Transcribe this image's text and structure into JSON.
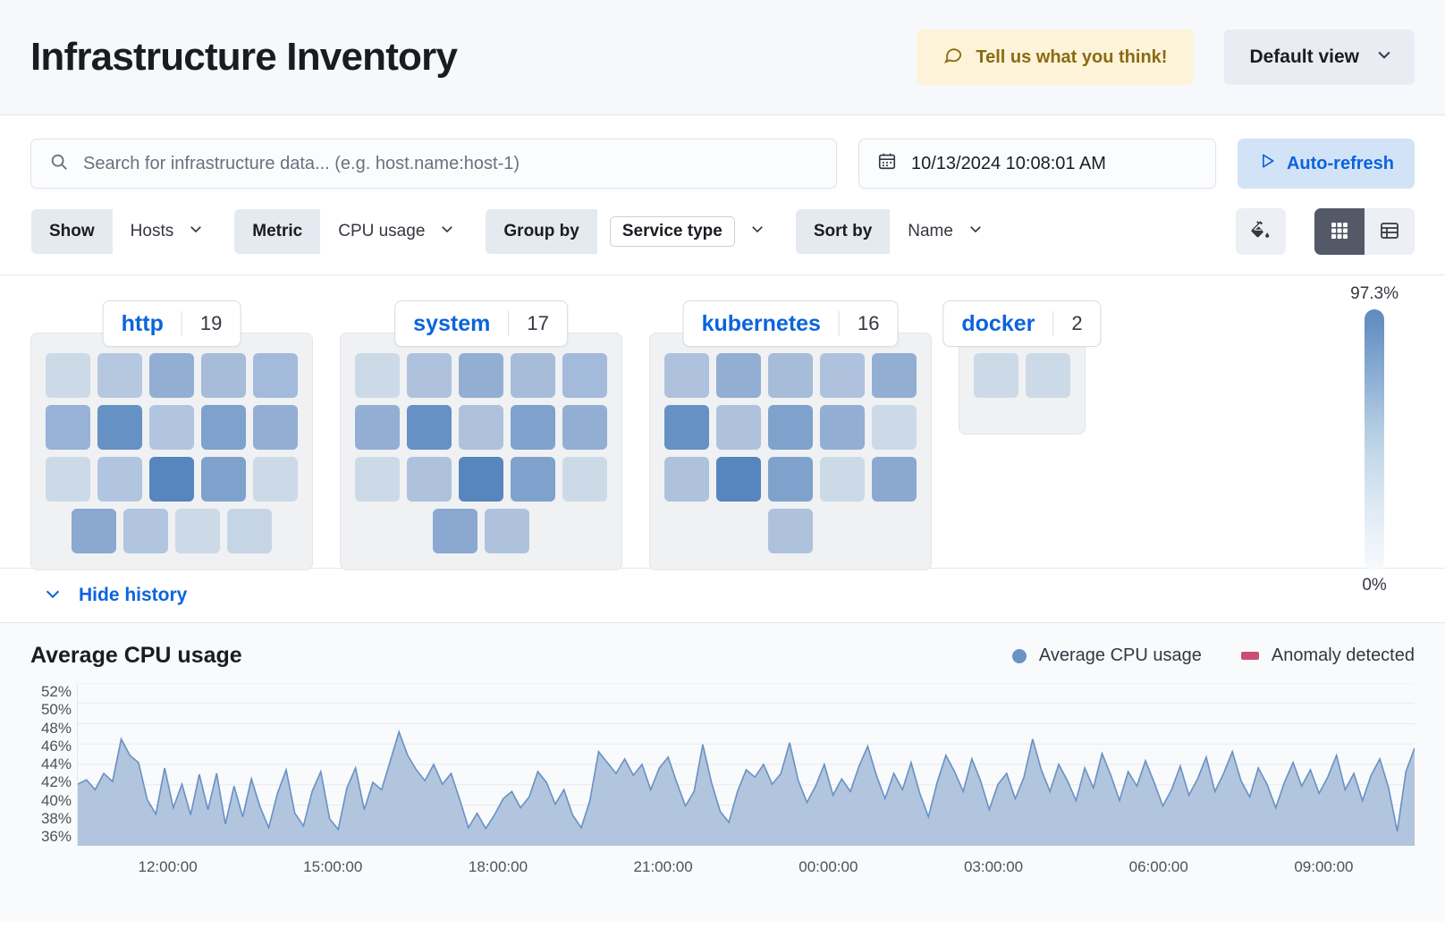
{
  "header": {
    "title": "Infrastructure Inventory",
    "feedback_label": "Tell us what you think!",
    "feedback_icon": "comment-icon",
    "view_label": "Default view",
    "view_icon": "chevron-down-icon"
  },
  "search": {
    "placeholder": "Search for infrastructure data... (e.g. host.name:host-1)",
    "value": "",
    "icon": "search-icon"
  },
  "datepicker": {
    "value": "10/13/2024 10:08:01 AM",
    "icon": "calendar-icon"
  },
  "refresh": {
    "label": "Auto-refresh",
    "icon": "play-icon"
  },
  "filters": [
    {
      "label": "Show",
      "value": "Hosts",
      "icon": "chevron-down-icon",
      "pill": false
    },
    {
      "label": "Metric",
      "value": "CPU usage",
      "icon": "chevron-down-icon",
      "pill": false
    },
    {
      "label": "Group by",
      "value": "Service type",
      "icon": "chevron-down-icon",
      "pill": true
    },
    {
      "label": "Sort by",
      "value": "Name",
      "icon": "chevron-down-icon",
      "pill": false
    }
  ],
  "view_controls": {
    "legend_icon": "paint-bucket-icon",
    "grid_icon": "grid-view-icon",
    "table_icon": "table-view-icon",
    "active_view": "grid"
  },
  "legend_scale": {
    "max_label": "97.3%",
    "min_label": "0%"
  },
  "groups": [
    {
      "name": "http",
      "count": "19",
      "rows": [
        [
          "#ccdae8",
          "#b5c8e0",
          "#93aed3",
          "#a7bcd9",
          "#a4badb"
        ],
        [
          "#97b2d6",
          "#6691c5",
          "#b2c5e0",
          "#7fa2cc",
          "#93aed3"
        ],
        [
          "#ccdae8",
          "#b2c5e0",
          "#5785bd",
          "#7fa2cc",
          "#ccdae8"
        ],
        [
          "#8aa8d0",
          "#b2c5e0",
          "#ccdae8",
          "#c6d5e6"
        ]
      ]
    },
    {
      "name": "system",
      "count": "17",
      "rows": [
        [
          "#ccdae8",
          "#aec2dd",
          "#93aed3",
          "#a7bcd9",
          "#a4badb"
        ],
        [
          "#93aed3",
          "#6691c5",
          "#aec2dd",
          "#7fa2cc",
          "#93aed3"
        ],
        [
          "#ccdae8",
          "#aec2dd",
          "#5785bd",
          "#7fa2cc",
          "#ccdae8"
        ],
        [
          "#8aa8d0",
          "#aec2dd"
        ]
      ]
    },
    {
      "name": "kubernetes",
      "count": "16",
      "rows": [
        [
          "#aec2dd",
          "#93aed3",
          "#a7bcd9",
          "#aec2dd",
          "#93aed3"
        ],
        [
          "#6691c5",
          "#aec2dd",
          "#7fa2cc",
          "#93aed3",
          "#ccdae8"
        ],
        [
          "#aec2dd",
          "#5785bd",
          "#7fa2cc",
          "#ccdae8",
          "#8aa8d0"
        ],
        [
          "#aec2dd"
        ]
      ]
    },
    {
      "name": "docker",
      "count": "2",
      "rows": [
        [
          "#ccdae8",
          "#ccdae8"
        ]
      ]
    }
  ],
  "history": {
    "toggle_label": "Hide history",
    "toggle_icon": "chevron-down-icon"
  },
  "chart_data": {
    "type": "area",
    "title": "Average CPU usage",
    "xlabel": "",
    "ylabel": "",
    "grid": true,
    "legend_position": "top-right",
    "legend": [
      {
        "name": "Average CPU usage",
        "color": "#6a92c4",
        "marker": "circle"
      },
      {
        "name": "Anomaly detected",
        "color": "#cc4f73",
        "marker": "rect"
      }
    ],
    "ytick_labels": [
      "52%",
      "50%",
      "48%",
      "46%",
      "44%",
      "42%",
      "40%",
      "38%",
      "36%"
    ],
    "ylim": [
      35,
      53
    ],
    "xtick_labels": [
      "12:00:00",
      "15:00:00",
      "18:00:00",
      "21:00:00",
      "00:00:00",
      "03:00:00",
      "06:00:00",
      "09:00:00"
    ],
    "series": [
      {
        "name": "Average CPU usage",
        "color": "#6a92c4",
        "fill": "#b2c5de",
        "values": [
          41.8,
          42.3,
          41.2,
          43.0,
          42.1,
          46.8,
          45.0,
          44.2,
          40.1,
          38.5,
          43.6,
          39.2,
          41.8,
          38.4,
          42.9,
          39.0,
          43.0,
          37.4,
          41.6,
          38.2,
          42.4,
          39.3,
          37.0,
          40.8,
          43.4,
          38.6,
          37.2,
          41.0,
          43.2,
          38.0,
          36.8,
          41.4,
          43.6,
          39.0,
          42.0,
          41.2,
          44.4,
          47.6,
          45.0,
          43.4,
          42.2,
          44.0,
          41.8,
          43.0,
          40.1,
          37.0,
          38.6,
          36.9,
          38.4,
          40.2,
          41.0,
          39.2,
          40.4,
          43.2,
          42.0,
          39.6,
          41.2,
          38.4,
          37.0,
          40.0,
          45.4,
          44.2,
          43.0,
          44.6,
          42.8,
          44.0,
          41.2,
          43.6,
          44.8,
          42.0,
          39.4,
          41.0,
          46.2,
          42.0,
          38.8,
          37.6,
          41.0,
          43.4,
          42.6,
          44.0,
          41.8,
          43.0,
          46.4,
          42.2,
          39.8,
          41.6,
          44.0,
          40.6,
          42.4,
          41.0,
          43.8,
          46.0,
          42.8,
          40.2,
          43.0,
          41.2,
          44.2,
          40.8,
          38.2,
          42.0,
          45.0,
          43.2,
          41.0,
          44.6,
          42.2,
          39.0,
          41.8,
          43.0,
          40.2,
          42.6,
          46.8,
          43.4,
          41.0,
          44.0,
          42.2,
          40.0,
          43.6,
          41.4,
          45.2,
          42.8,
          40.0,
          43.2,
          41.6,
          44.4,
          42.0,
          39.4,
          41.2,
          43.8,
          40.6,
          42.4,
          44.8,
          41.0,
          43.0,
          45.4,
          42.2,
          40.4,
          43.6,
          41.8,
          39.2,
          42.0,
          44.2,
          41.6,
          43.4,
          40.8,
          42.6,
          45.0,
          41.2,
          43.0,
          40.0,
          42.8,
          44.6,
          41.4,
          36.6,
          43.2,
          45.8
        ]
      }
    ]
  }
}
